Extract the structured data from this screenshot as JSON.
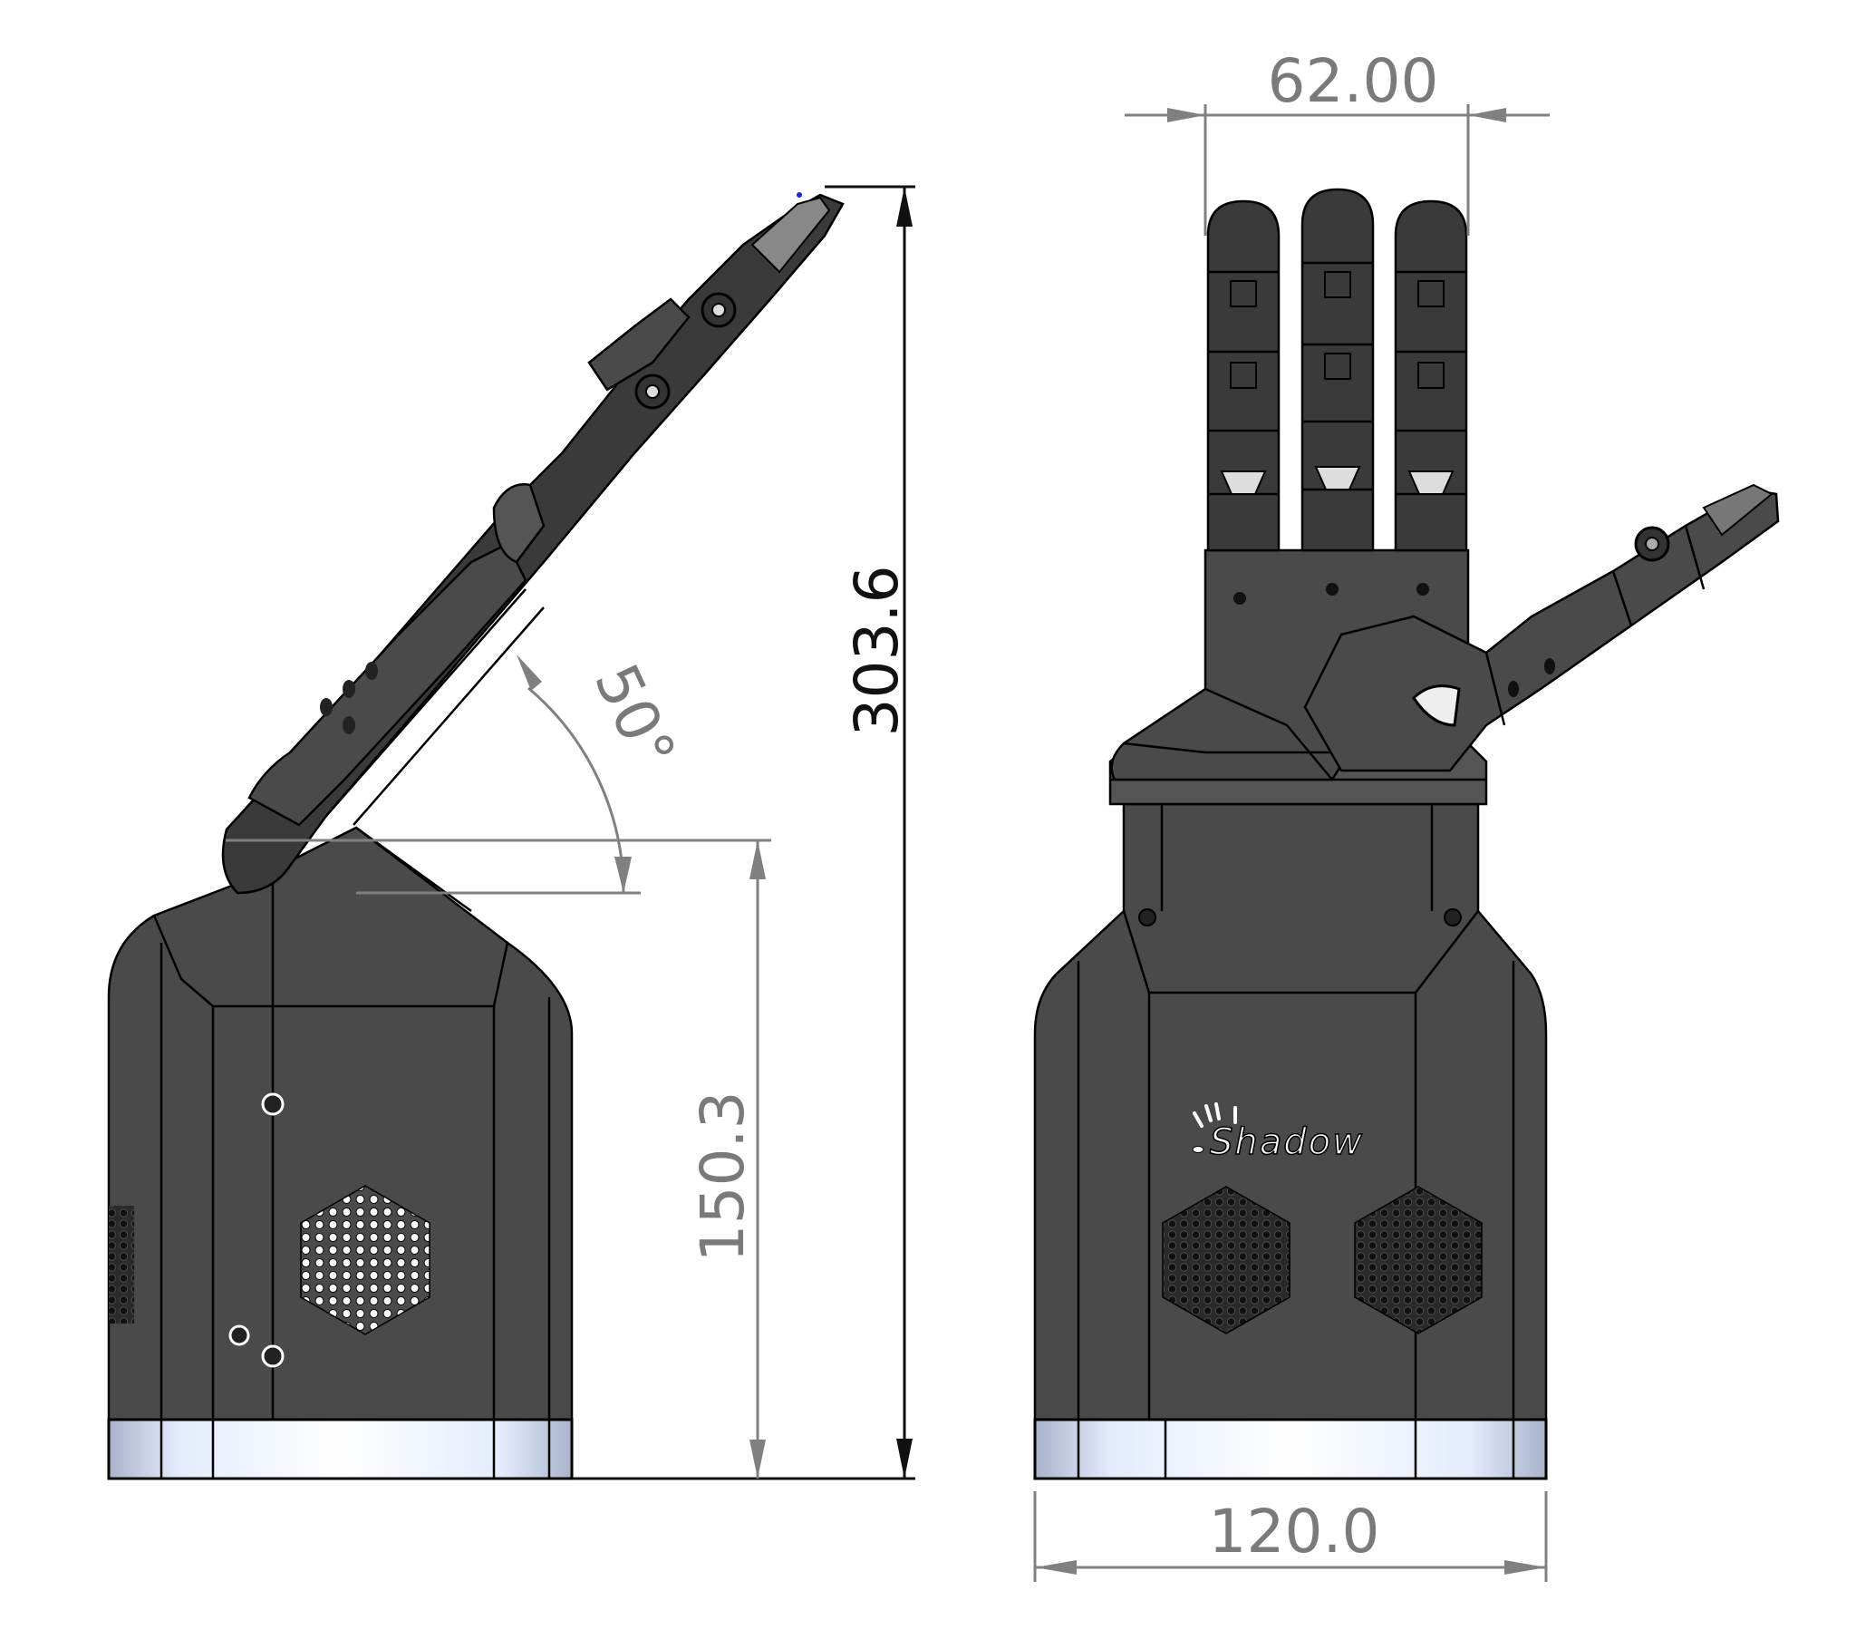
{
  "drawing": {
    "subject": "Shadow robotic hand technical drawing",
    "views": [
      {
        "id": "side-view",
        "label": "Side view with finger tilted"
      },
      {
        "id": "front-view",
        "label": "Front view"
      }
    ],
    "logo_text": "Shadow",
    "dimensions": {
      "overall_height": {
        "value": "303.6",
        "unit": "mm"
      },
      "base_height": {
        "value": "150.3",
        "unit": "mm"
      },
      "tilt_angle": {
        "value": "50°",
        "unit": "deg"
      },
      "finger_span": {
        "value": "62.00",
        "unit": "mm"
      },
      "base_width": {
        "value": "120.0",
        "unit": "mm"
      }
    },
    "colors": {
      "body": "#4a4a4a",
      "band": "#e6eeff",
      "dimension_gray": "#808080",
      "dimension_black": "#111111"
    }
  }
}
